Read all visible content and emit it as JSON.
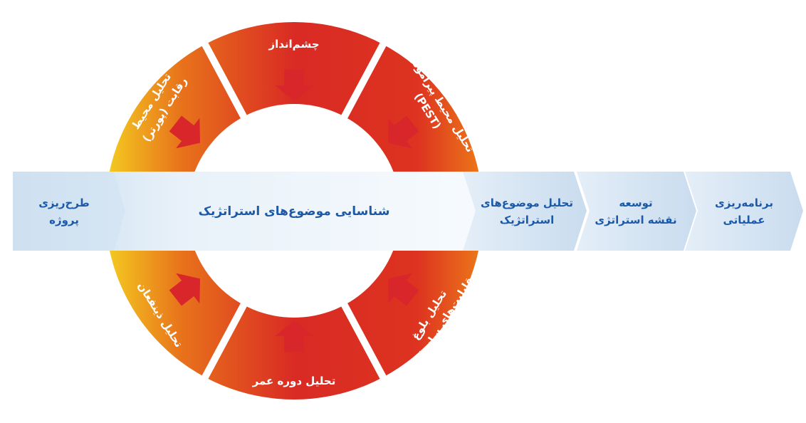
{
  "colors": {
    "red": "#d8262b",
    "orange": "#e3541f",
    "yellow": "#f4d21f",
    "blue_text": "#1c5aa8",
    "chevron": "#dbe9f5"
  },
  "center": {
    "label": "شناسایی موضوع‌های استراتژیک"
  },
  "band": {
    "left": {
      "line1": "طرح‌ریزی",
      "line2": "پروژه"
    },
    "steps": [
      {
        "line1": "تحلیل موضوع‌های",
        "line2": "استراتژیک"
      },
      {
        "line1": "توسعه",
        "line2": "نقشه استراتژی"
      },
      {
        "line1": "برنامه‌ریزی",
        "line2": "عملیاتی"
      }
    ]
  },
  "ring": {
    "top": {
      "line1": "چشم‌انداز"
    },
    "top_right": {
      "line1": "تحلیل محیط پیرامونی",
      "line2": "(PEST)"
    },
    "top_left": {
      "line1": "تحلیل محیط",
      "line2": "رقابت (پورتر)"
    },
    "bottom_left": {
      "line1": "تحلیل ذینفعان"
    },
    "bottom": {
      "line1": "تحلیل دوره عمر"
    },
    "bottom_right": {
      "line1": "تحلیل بلوغ",
      "line2": "قابلیت‌های سازمانی"
    }
  }
}
